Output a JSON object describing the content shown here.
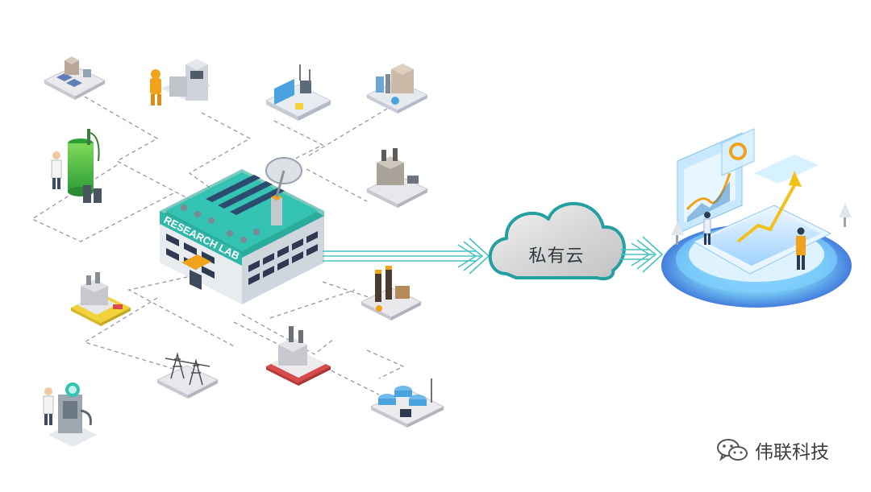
{
  "lab": {
    "sign": "RESEARCH LAB"
  },
  "cloud": {
    "label": "私有云"
  },
  "watermark": {
    "text": "伟联科技",
    "icon": "wechat-icon"
  },
  "colors": {
    "teal": "#26a8a8",
    "arrow": "#48c2c4",
    "dash": "#9a9a9a",
    "roof": "#2fb7a8"
  },
  "facilities": [
    {
      "name": "solar-farm-icon"
    },
    {
      "name": "hazmat-worker-icon"
    },
    {
      "name": "water-plant-icon"
    },
    {
      "name": "chemical-plant-icon"
    },
    {
      "name": "battery-lab-icon"
    },
    {
      "name": "manufacturing-plant-icon"
    },
    {
      "name": "warehouse-icon"
    },
    {
      "name": "refinery-icon"
    },
    {
      "name": "robot-lab-icon"
    },
    {
      "name": "power-substation-icon"
    },
    {
      "name": "factory-icon"
    },
    {
      "name": "storage-tanks-icon"
    }
  ]
}
